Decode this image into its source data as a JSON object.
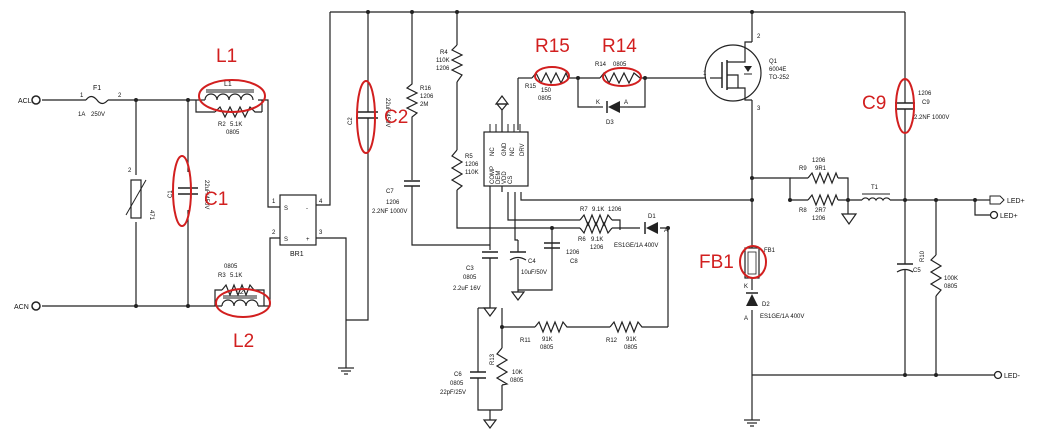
{
  "schematic": {
    "ports": {
      "acl": "ACL",
      "acn": "ACN",
      "led_plus": "LED+",
      "led_plus2": "LED+",
      "led_minus": "LED-"
    },
    "highlight_labels": {
      "l1": "L1",
      "l2": "L2",
      "c1": "C1",
      "c2": "C2",
      "c9": "C9",
      "r15": "R15",
      "r14": "R14",
      "fb1": "FB1"
    },
    "parts": {
      "f1": {
        "ref": "F1",
        "value": "1A",
        "rating": "250V"
      },
      "l1": {
        "ref": "L1"
      },
      "r2": {
        "ref": "R2",
        "value": "5.1K",
        "pkg": "0805"
      },
      "l2": {
        "ref": "L2"
      },
      "r3": {
        "pkg": "0805",
        "ref": "R3",
        "value": "5.1K"
      },
      "r1": {
        "ref": "R1",
        "value": "471"
      },
      "c1": {
        "ref": "C1",
        "value": "22uF/450V"
      },
      "br1": {
        "ref": "BR1"
      },
      "c2": {
        "ref": "C2",
        "value": "22uF/450V"
      },
      "r16": {
        "ref": "R16",
        "pkg": "1206",
        "value": "2M"
      },
      "c7": {
        "ref": "C7",
        "pkg": "1206",
        "value": "2.2NF 1000V"
      },
      "r4": {
        "ref": "R4",
        "value": "110K",
        "pkg": "1206"
      },
      "r5": {
        "ref": "R5",
        "pkg": "1206",
        "value": "110K"
      },
      "u1_pins": [
        "COMP",
        "DEM",
        "VDD",
        "CS",
        "NC",
        "GND",
        "NC",
        "DRV"
      ],
      "r15": {
        "ref": "R15",
        "value": "150",
        "pkg": "0805"
      },
      "r14": {
        "ref": "R14",
        "pkg": "0805"
      },
      "d3": {
        "ref": "D3"
      },
      "q1": {
        "ref": "Q1",
        "part": "6004E",
        "pkg": "TO-252"
      },
      "c9": {
        "ref": "C9",
        "pkg": "1206",
        "value": "2.2NF 1000V"
      },
      "r9": {
        "ref": "R9",
        "pkg": "1206",
        "value": "9R1"
      },
      "r8": {
        "ref": "R8",
        "value": "2R7",
        "pkg": "1206"
      },
      "t1": {
        "ref": "T1"
      },
      "r7": {
        "ref": "R7",
        "value": "9.1K",
        "pkg": "1206"
      },
      "r6": {
        "ref": "R6",
        "value": "9.1K",
        "pkg": "1206"
      },
      "d1": {
        "ref": "D1",
        "part": "ES1GE/1A 400V"
      },
      "c3": {
        "ref": "C3",
        "pkg": "0805",
        "value": "2.2uF 16V"
      },
      "c4": {
        "ref": "C4",
        "value": "10uF/50V"
      },
      "c8": {
        "ref": "C8",
        "pkg": "1206"
      },
      "fb1": {
        "ref": "FB1"
      },
      "d2": {
        "ref": "D2",
        "part": "ES1GE/1A 400V"
      },
      "c5": {
        "ref": "C5"
      },
      "r10": {
        "ref": "R10",
        "value": "100K",
        "pkg": "0805"
      },
      "r11": {
        "ref": "R11",
        "value": "91K",
        "pkg": "0805"
      },
      "r12": {
        "ref": "R12",
        "value": "91K",
        "pkg": "0805"
      },
      "r13": {
        "ref": "R13",
        "value": "10K",
        "pkg": "0805"
      },
      "c6": {
        "ref": "C6",
        "pkg": "0805",
        "value": "22pF/25V"
      }
    },
    "pins": {
      "p1": "1",
      "p2": "2",
      "p3": "3",
      "p4": "4",
      "a": "A",
      "k": "K"
    }
  }
}
